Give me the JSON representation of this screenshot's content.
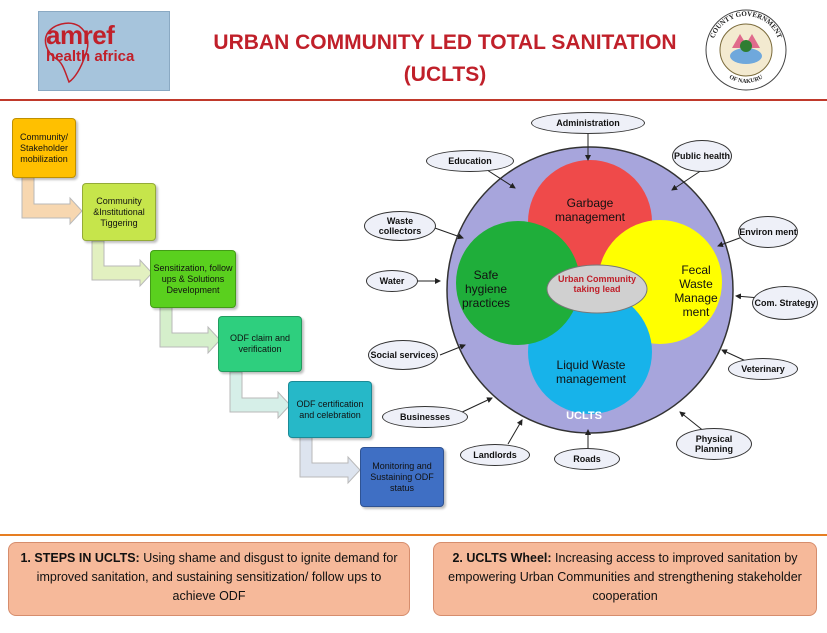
{
  "logo": {
    "line1": "amref",
    "line2": "health africa"
  },
  "title": {
    "line1": "URBAN COMMUNITY LED TOTAL SANITATION",
    "line2": "(UCLTS)"
  },
  "seal": {
    "top_text": "COUNTY GOVERNMENT",
    "bottom_text": "OF NAKURU"
  },
  "steps": [
    {
      "label": "Community/ Stakeholder mobilization",
      "color": "#ffc000"
    },
    {
      "label": "Community &Institutional Tiggering",
      "color": "#c6e54b"
    },
    {
      "label": "Sensitization, follow ups & Solutions Development",
      "color": "#5ad01e"
    },
    {
      "label": "ODF claim and verification",
      "color": "#2ecf7e"
    },
    {
      "label": "ODF certification and celebration",
      "color": "#26b8c8"
    },
    {
      "label": "Monitoring and Sustaining ODF status",
      "color": "#3f6fc4"
    }
  ],
  "wheel": {
    "center": "Urban Community taking lead",
    "ring_label": "UCLTS",
    "sectors": [
      {
        "label": "Garbage management",
        "color": "#ef4a4a"
      },
      {
        "label": "Fecal Waste Manage ment",
        "color": "#ffff00"
      },
      {
        "label": "Liquid Waste management",
        "color": "#17b3ea"
      },
      {
        "label": "Safe hygiene practices",
        "color": "#1fae3a"
      }
    ]
  },
  "stakeholders": [
    "Administration",
    "Public health",
    "Education",
    "Waste collectors",
    "Environ ment",
    "Water",
    "Com. Strategy",
    "Social services",
    "Veterinary",
    "Businesses",
    "Physical Planning",
    "Landlords",
    "Roads"
  ],
  "footer": {
    "left_bold": "1. STEPS IN UCLTS:",
    "left_text": " Using shame and disgust to ignite demand for improved sanitation, and sustaining sensitization/ follow ups to achieve ODF",
    "right_bold": "2. UCLTS Wheel:",
    "right_text": " Increasing access to improved sanitation by empowering Urban Communities and strengthening stakeholder cooperation"
  }
}
